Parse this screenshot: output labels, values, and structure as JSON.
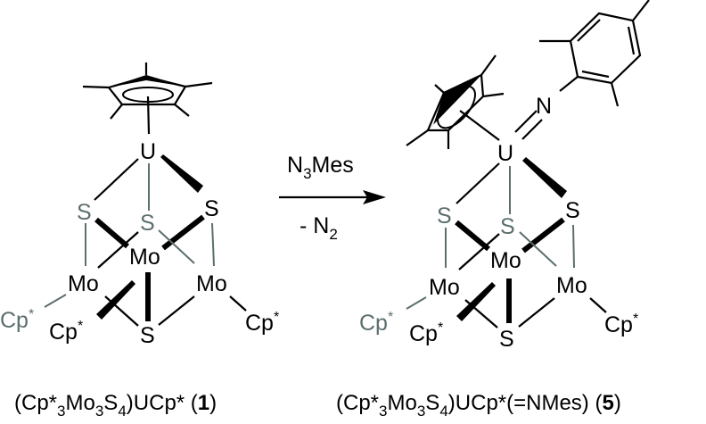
{
  "colors": {
    "primary": "#000000",
    "back_atoms": "#5d6e6e",
    "background": "#ffffff"
  },
  "atoms": {
    "U": "U",
    "S": "S",
    "Mo": "Mo",
    "N": "N",
    "Cp": "Cp",
    "star": "*"
  },
  "reaction": {
    "reagent_main": "N",
    "reagent_sub": "3",
    "reagent_tail": "Mes",
    "byproduct_main": "- N",
    "byproduct_sub": "2"
  },
  "compound1": {
    "p1": "(Cp*",
    "s1": "3",
    "p2": "Mo",
    "s2": "3",
    "p3": "S",
    "s3": "4",
    "p4": ")UCp* (",
    "num": "1",
    "p5": ")"
  },
  "compound5": {
    "p1": "(Cp*",
    "s1": "3",
    "p2": "Mo",
    "s2": "3",
    "p3": "S",
    "s3": "4",
    "p4": ")UCp*(=NMes) (",
    "num": "5",
    "p5": ")"
  }
}
